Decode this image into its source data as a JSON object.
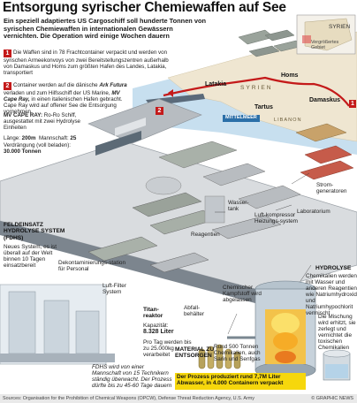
{
  "title": "Entsorgung syrischer Chemiewaffen auf See",
  "intro": "Ein speziell adaptiertes US Cargoschiff soll hunderte Tonnen von syrischen Chemiewaffen in internationalen Gewässern vernichten. Die Operation wird einige Wochen dauern",
  "steps": [
    {
      "number": "1",
      "text": "Die Waffen sind in 78 Frachtcontainer verpackt und werden von syrischen Armeekonvoys von zwei Bereitstellungszentren außerhalb von Damaskus und Homs zum größten Hafen des Landes, Latakia, transportiert"
    },
    {
      "number": "2",
      "text_before": "Container werden auf die dänische ",
      "ship_name": "Ark Futura",
      "text_mid": " verladen und zum Hilfsschiff der US Marine, ",
      "ship_name2": "MV Cape Ray,",
      "text_after": " in einen italienischen Hafen gebracht. Cape Ray wird auf offener See die Entsorgung vornehmen"
    }
  ],
  "map": {
    "inset_country": "SYRIEN",
    "inset_legend": "Vergrößertes Gebiet",
    "cities": [
      "Homs",
      "Latakia",
      "Damaskus",
      "Tartus"
    ],
    "country_label": "SYRIEN",
    "lebanon_label": "LIBANON",
    "sea_label": "MITTELMEER"
  },
  "ship": {
    "name": "MV CAPE RAY:",
    "description": "Ro-Ro Schiff, ausgestattet mit zwei Hydrolyse Einheiten",
    "length_label": "Länge:",
    "length_value": "200m",
    "crew_label": "Mannschaft:",
    "crew_value": "25",
    "displacement_label": "Verdrängung (voll beladen):",
    "displacement_value": "30.000 Tonnen"
  },
  "equipment_labels": {
    "strom": "Strom-generatoren",
    "laboratorium": "Laboratorium",
    "luftkompressor": "Luft-kompressor Heizungs-system",
    "wassertank": "Wasser-tank",
    "reagentien": "Reagentien",
    "dekon": "Dekontaminierungs-station für Personal",
    "luftfilter": "Luft-Filter System",
    "abfall": "Abfall-behälter",
    "titan_title": "Titan-reaktor",
    "titan_cap_label": "Kapazität:",
    "titan_cap_value": "8.328 Liter",
    "titan_note": "Pro Tag werden bis zu 25.000kg verarbeitet"
  },
  "fdhs": {
    "title": "FELDEINSATZ HYDROLYSE SYSTEM (FDHS)",
    "text": "Neues System, es ist überall auf der Welt binnen 10 Tagen einsatzbereit",
    "note": "FDHS wird von einer Mannschaft von 15 Technikern ständig überwacht. Der Prozess dürfte bis zu 45-60 Tage dauern"
  },
  "hydrolyse": {
    "title": "HYDROLYSE",
    "text": "Chemikalien werden mit Wasser und anderen Reagentien wie Natriumhydroxid und Natriumhypochlorit vermischt",
    "chem_label": "Chemischer Kampfstoff wird abgelassen",
    "mix_note": "Die Mischung wird erhitzt, sie zerlegt und vernichtet die toxischen Chemikalien"
  },
  "material": {
    "title": "MATERIAL ZU ENTSORGEN",
    "text": "Rund 500 Tonnen Chemikalien, auch Sarin und Senfgas"
  },
  "yellow_note": "Der Prozess produziert rund 7,7M Liter Abwasser, in 4.000 Containern verpackt",
  "footer": {
    "sources": "Sources: Organisation for the Prohibition of Chemical Weapons (OPCW), Defense Threat Reduction Agency, U.S. Army",
    "credit": "© GRAPHIC NEWS"
  },
  "colors": {
    "accent": "#c41a1a",
    "sea": "#b9d6ea",
    "land": "#ede4cf",
    "yellow": "#f6d70c",
    "grey": "#b8bcc0"
  }
}
